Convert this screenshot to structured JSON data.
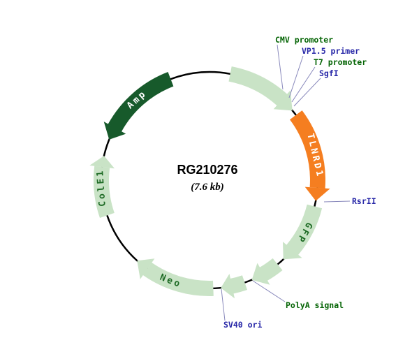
{
  "plasmid": {
    "name": "RG210276",
    "size_label": "(7.6 kb)"
  },
  "arc_labels": {
    "tlnrd1": "TLNRD1",
    "gfp": "GFP",
    "neo": "Neo",
    "cole1": "ColE1",
    "amp": "Amp"
  },
  "callouts": {
    "cmv_promoter": "CMV promoter",
    "vp15_primer": "VP1.5 primer",
    "t7_promoter": "T7 promoter",
    "sgfi": "SgfI",
    "rsrii": "RsrII",
    "polya_signal": "PolyA signal",
    "sv40_ori": "SV40 ori"
  },
  "colors": {
    "feature_light_green": "#c9e3c6",
    "feature_orange": "#f57e20",
    "feature_dark_green": "#175a2b",
    "backbone_black": "#000000",
    "label_dark_green": "#046404",
    "label_navy": "#2828a8",
    "arc_text_dark_green": "#1e6b25",
    "arc_text_white": "#ffffff",
    "callout_line": "#8888bb"
  }
}
